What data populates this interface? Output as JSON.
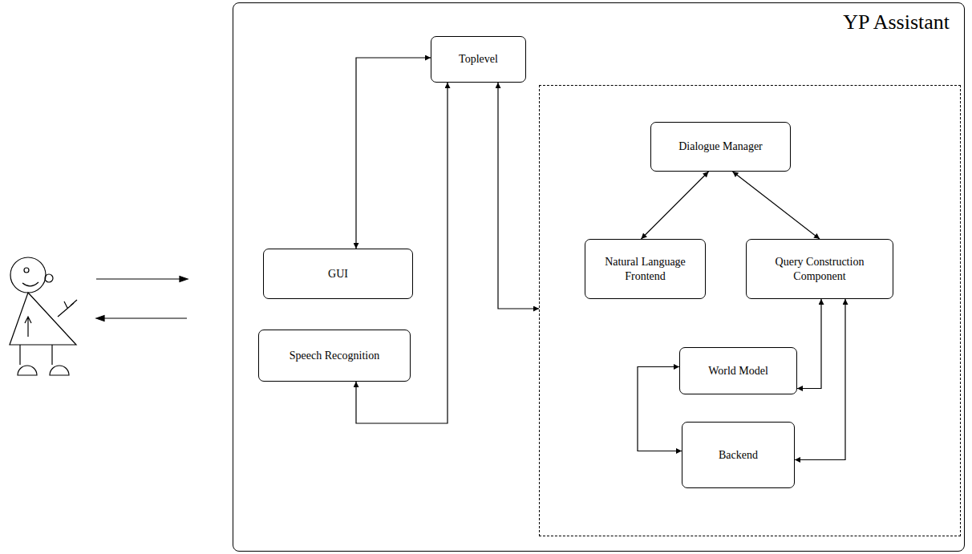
{
  "diagram": {
    "nodes": [
      {
        "text": [
          "YP Assistant"
        ]
      },
      {
        "text": [
          "Toplevel"
        ],
        "in": 0
      },
      {
        "text": [
          "GUI"
        ],
        "in": 0
      },
      {
        "text": [
          "Speech Recognition"
        ],
        "in": 0
      },
      {
        "text": [],
        "in": 0
      },
      {
        "text": [
          "Dialogue Manager"
        ],
        "in": 4
      },
      {
        "text": [
          "Natural Language Frontend"
        ],
        "in": 4
      },
      {
        "text": [
          "Query Construction Component"
        ],
        "in": 4
      },
      {
        "text": [
          "World Model"
        ],
        "in": 4
      },
      {
        "text": [
          "Backend"
        ],
        "in": 4
      }
    ],
    "edges": [
      {
        "from": 1,
        "to": 2,
        "arrow": "both"
      },
      {
        "from": 3,
        "to": 1,
        "arrow": "both"
      },
      {
        "from": 1,
        "to": 4,
        "arrow": "both"
      },
      {
        "from": 5,
        "to": 6,
        "arrow": "both"
      },
      {
        "from": 5,
        "to": 7,
        "arrow": "both"
      },
      {
        "from": 7,
        "to": 8,
        "arrow": "both"
      },
      {
        "from": 7,
        "to": 9,
        "arrow": "both"
      },
      {
        "from": 8,
        "to": 9,
        "arrow": "both"
      }
    ]
  }
}
